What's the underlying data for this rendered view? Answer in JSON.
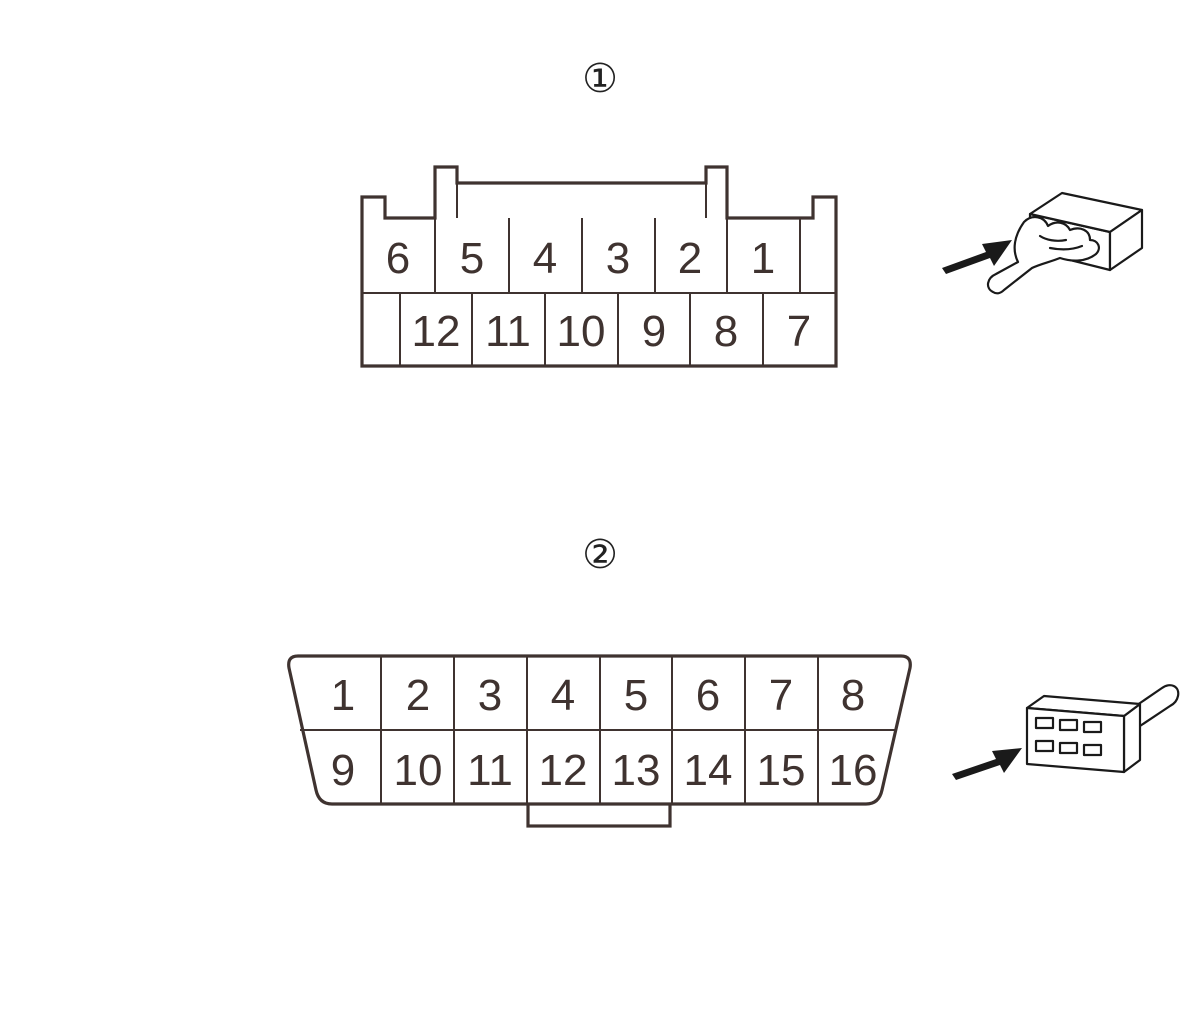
{
  "connector_1": {
    "label": "①",
    "top_row_pins": [
      "6",
      "5",
      "4",
      "3",
      "2",
      "1"
    ],
    "bottom_row_pins": [
      "12",
      "11",
      "10",
      "9",
      "8",
      "7"
    ],
    "view_icon": "hand-grip-connector-with-arrow-icon"
  },
  "connector_2": {
    "label": "②",
    "top_row_pins": [
      "1",
      "2",
      "3",
      "4",
      "5",
      "6",
      "7",
      "8"
    ],
    "bottom_row_pins": [
      "9",
      "10",
      "11",
      "12",
      "13",
      "14",
      "15",
      "16"
    ],
    "view_icon": "connector-face-with-arrow-icon"
  }
}
